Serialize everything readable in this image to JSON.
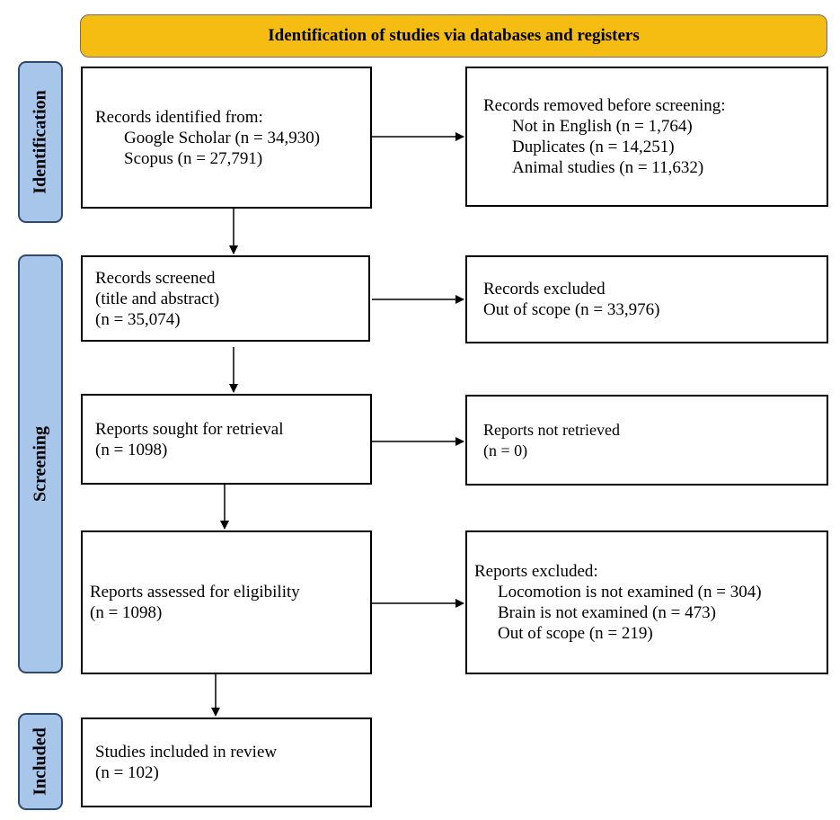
{
  "banner": {
    "title": "Identification of studies via databases and registers"
  },
  "phases": {
    "identification": "Identification",
    "screening": "Screening",
    "included": "Included"
  },
  "boxes": {
    "records_identified": {
      "heading": "Records identified from:",
      "items": [
        "Google Scholar (n = 34,930)",
        "Scopus (n = 27,791)"
      ]
    },
    "records_removed": {
      "heading": "Records removed before screening:",
      "items": [
        "Not in English (n = 1,764)",
        "Duplicates (n = 14,251)",
        "Animal studies (n = 11,632)"
      ]
    },
    "records_screened": {
      "lines": [
        "Records screened",
        "(title and abstract)",
        "(n = 35,074)"
      ]
    },
    "records_excluded": {
      "lines": [
        "Records excluded",
        "Out of scope (n = 33,976)"
      ]
    },
    "reports_sought": {
      "lines": [
        "Reports sought for retrieval",
        "(n = 1098)"
      ]
    },
    "reports_not_retrieved": {
      "lines": [
        "Reports not retrieved",
        "(n = 0)"
      ]
    },
    "reports_assessed": {
      "lines": [
        "Reports assessed for eligibility",
        "(n = 1098)"
      ]
    },
    "reports_excluded": {
      "heading": "Reports excluded:",
      "items": [
        "Locomotion is not examined (n = 304)",
        "Brain is not examined (n = 473)",
        "Out of scope (n = 219)"
      ]
    },
    "studies_included": {
      "lines": [
        "Studies included in review",
        "(n = 102)"
      ]
    }
  },
  "colors": {
    "banner": "#f5bd12",
    "phase_fill": "#a8c6ea",
    "phase_border": "#2e4a6e"
  }
}
